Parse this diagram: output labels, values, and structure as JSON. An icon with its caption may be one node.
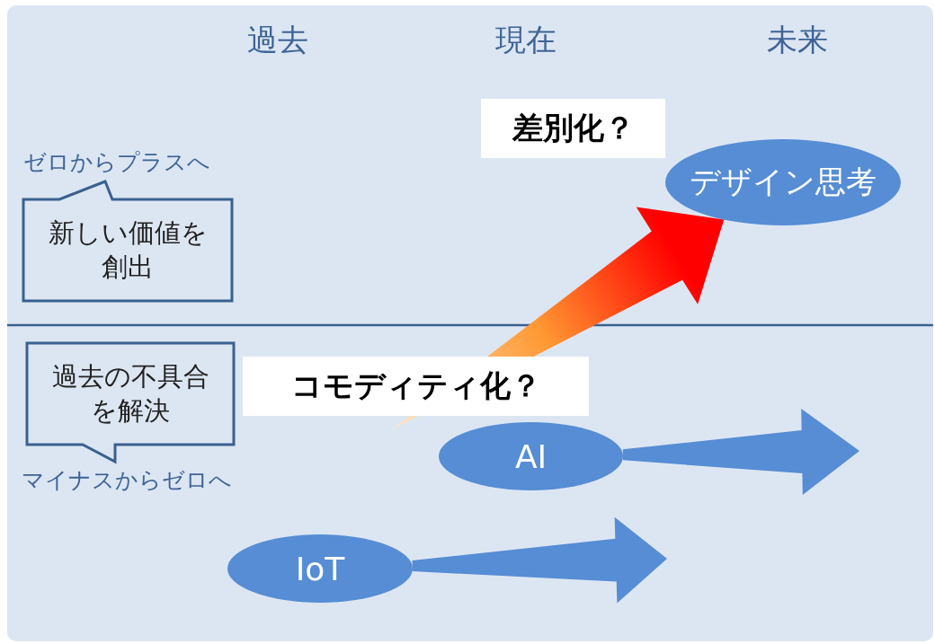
{
  "diagram": {
    "nodes": [
      {
        "text": [
          "新しい価値を創出"
        ],
        "beside": [
          "ゼロからプラスへ"
        ]
      },
      {
        "text": [
          "過去の不具合を解決"
        ],
        "beside": [
          "マイナスからゼロへ"
        ]
      },
      {
        "text": [
          "デザイン思考"
        ]
      },
      {
        "text": [
          "AI"
        ]
      },
      {
        "text": [
          "IoT"
        ]
      },
      {
        "text": [
          "差別化？"
        ]
      },
      {
        "text": [
          "コモディティ化？"
        ]
      }
    ],
    "edges": [
      {
        "from": null,
        "to": 2,
        "arrow": "to",
        "style": "thick",
        "color": "#ff0000"
      },
      {
        "from": 3,
        "to": null,
        "arrow": "to",
        "style": "thick"
      },
      {
        "from": 4,
        "to": null,
        "arrow": "to",
        "style": "thick"
      }
    ],
    "labels": [
      "過去",
      "現在",
      "未来"
    ]
  }
}
